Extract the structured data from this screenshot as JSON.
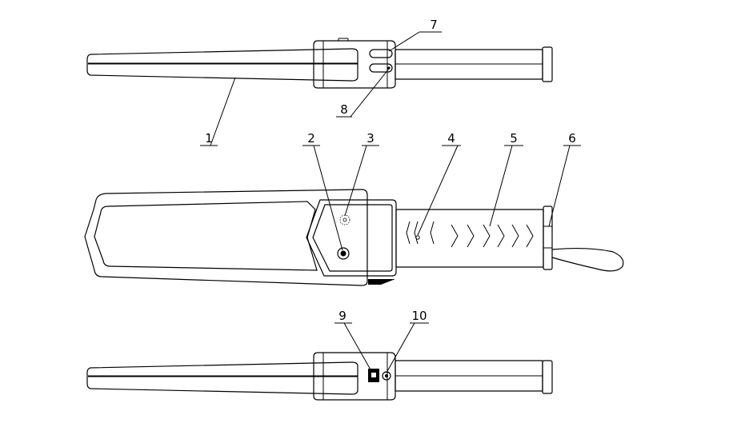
{
  "figure": {
    "type": "patent-style line drawing",
    "views": [
      "top",
      "side",
      "bottom"
    ],
    "callouts": [
      {
        "id": "c1",
        "text": "1"
      },
      {
        "id": "c2",
        "text": "2"
      },
      {
        "id": "c3",
        "text": "3"
      },
      {
        "id": "c4",
        "text": "4"
      },
      {
        "id": "c5",
        "text": "5"
      },
      {
        "id": "c6",
        "text": "6"
      },
      {
        "id": "c7",
        "text": "7"
      },
      {
        "id": "c8",
        "text": "8"
      },
      {
        "id": "c9",
        "text": "9"
      },
      {
        "id": "c10",
        "text": "10"
      }
    ],
    "colors": {
      "line": "#000000",
      "background": "#ffffff"
    }
  }
}
